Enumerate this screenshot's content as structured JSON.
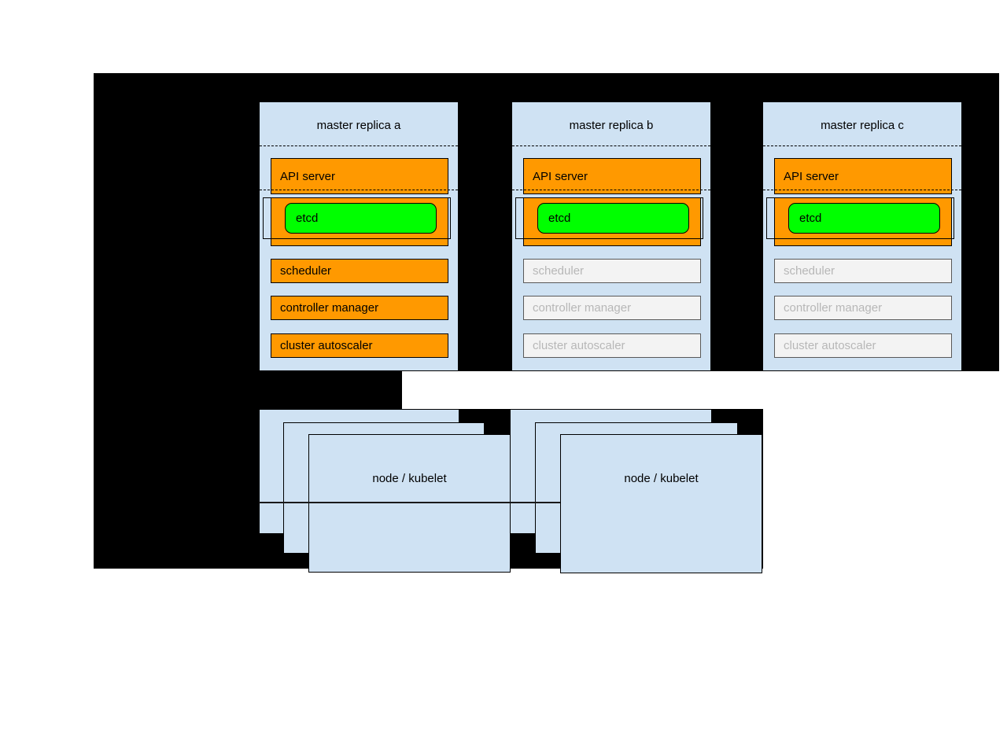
{
  "masters": [
    {
      "title": "master replica a",
      "api_server": "API server",
      "etcd": "etcd",
      "components": [
        {
          "label": "scheduler",
          "state": "active"
        },
        {
          "label": "controller manager",
          "state": "active"
        },
        {
          "label": "cluster autoscaler",
          "state": "active"
        }
      ]
    },
    {
      "title": "master replica b",
      "api_server": "API server",
      "etcd": "etcd",
      "components": [
        {
          "label": "scheduler",
          "state": "inactive"
        },
        {
          "label": "controller manager",
          "state": "inactive"
        },
        {
          "label": "cluster autoscaler",
          "state": "inactive"
        }
      ]
    },
    {
      "title": "master replica c",
      "api_server": "API server",
      "etcd": "etcd",
      "components": [
        {
          "label": "scheduler",
          "state": "inactive"
        },
        {
          "label": "controller manager",
          "state": "inactive"
        },
        {
          "label": "cluster autoscaler",
          "state": "inactive"
        }
      ]
    }
  ],
  "nodes": [
    {
      "label": "node / kubelet"
    },
    {
      "label": "node / kubelet"
    }
  ],
  "colors": {
    "background_black": "#000000",
    "box_blue": "#cfe2f3",
    "active_orange": "#ff9900",
    "etcd_green": "#00ff00",
    "inactive_fill": "#f3f3f3",
    "inactive_border": "#595959",
    "inactive_text": "#b7b7b7"
  }
}
